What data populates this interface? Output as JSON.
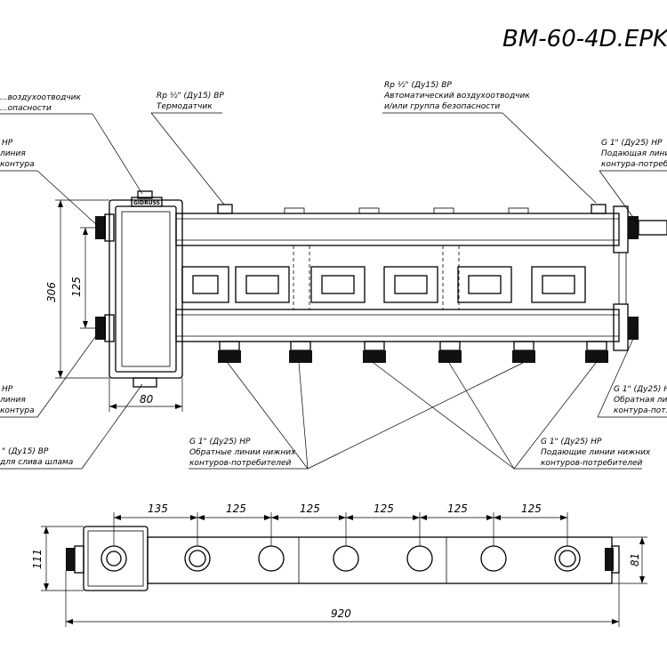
{
  "title": "BM-60-4D.EPK",
  "labels": {
    "air_vent_top_left": "...воздухоотводчик",
    "safety_top_left": "...опасности",
    "thermo_thread": "Rp ½\" (Ду15) ВР",
    "thermo_name": "Термодатчик",
    "auto_vent_thread": "Rp ½\" (Ду15) ВР",
    "auto_vent_line1": "Автоматический воздухоотводчик",
    "auto_vent_line2": "и/или группа безопасности",
    "left_supply_thread": "НР",
    "left_supply_line1": "линия",
    "left_supply_line2": "контура",
    "right_supply_thread": "G 1\" (Ду25) НР",
    "right_supply_line1": "Подающая линия",
    "right_supply_line2": "контура-потреб...",
    "left_return_thread": "НР",
    "left_return_line1": "линия",
    "left_return_line2": "контура",
    "right_return_thread": "G 1\" (Ду25) Н...",
    "right_return_line1": "Обратная ли...",
    "right_return_line2": "контура-пот...",
    "drain_thread": "\" (Ду15) ВР",
    "drain_line1": "для слива шлама",
    "bottom_return_thread": "G 1\" (Ду25) НР",
    "bottom_return_line1": "Обратные линии нижних",
    "bottom_return_line2": "контуров-потребителей",
    "bottom_supply_thread": "G 1\" (Ду25) НР",
    "bottom_supply_line1": "Подающие линии нижних",
    "bottom_supply_line2": "контуров-потребителей",
    "brand": "GIDRUSS"
  },
  "dimensions": {
    "height_total": "306",
    "height_between": "125",
    "width_separator": "80",
    "spacing_first": "135",
    "spacing": [
      "125",
      "125",
      "125",
      "125",
      "125"
    ],
    "length_total": "920",
    "plan_height_left": "111",
    "plan_height_right": "81"
  }
}
